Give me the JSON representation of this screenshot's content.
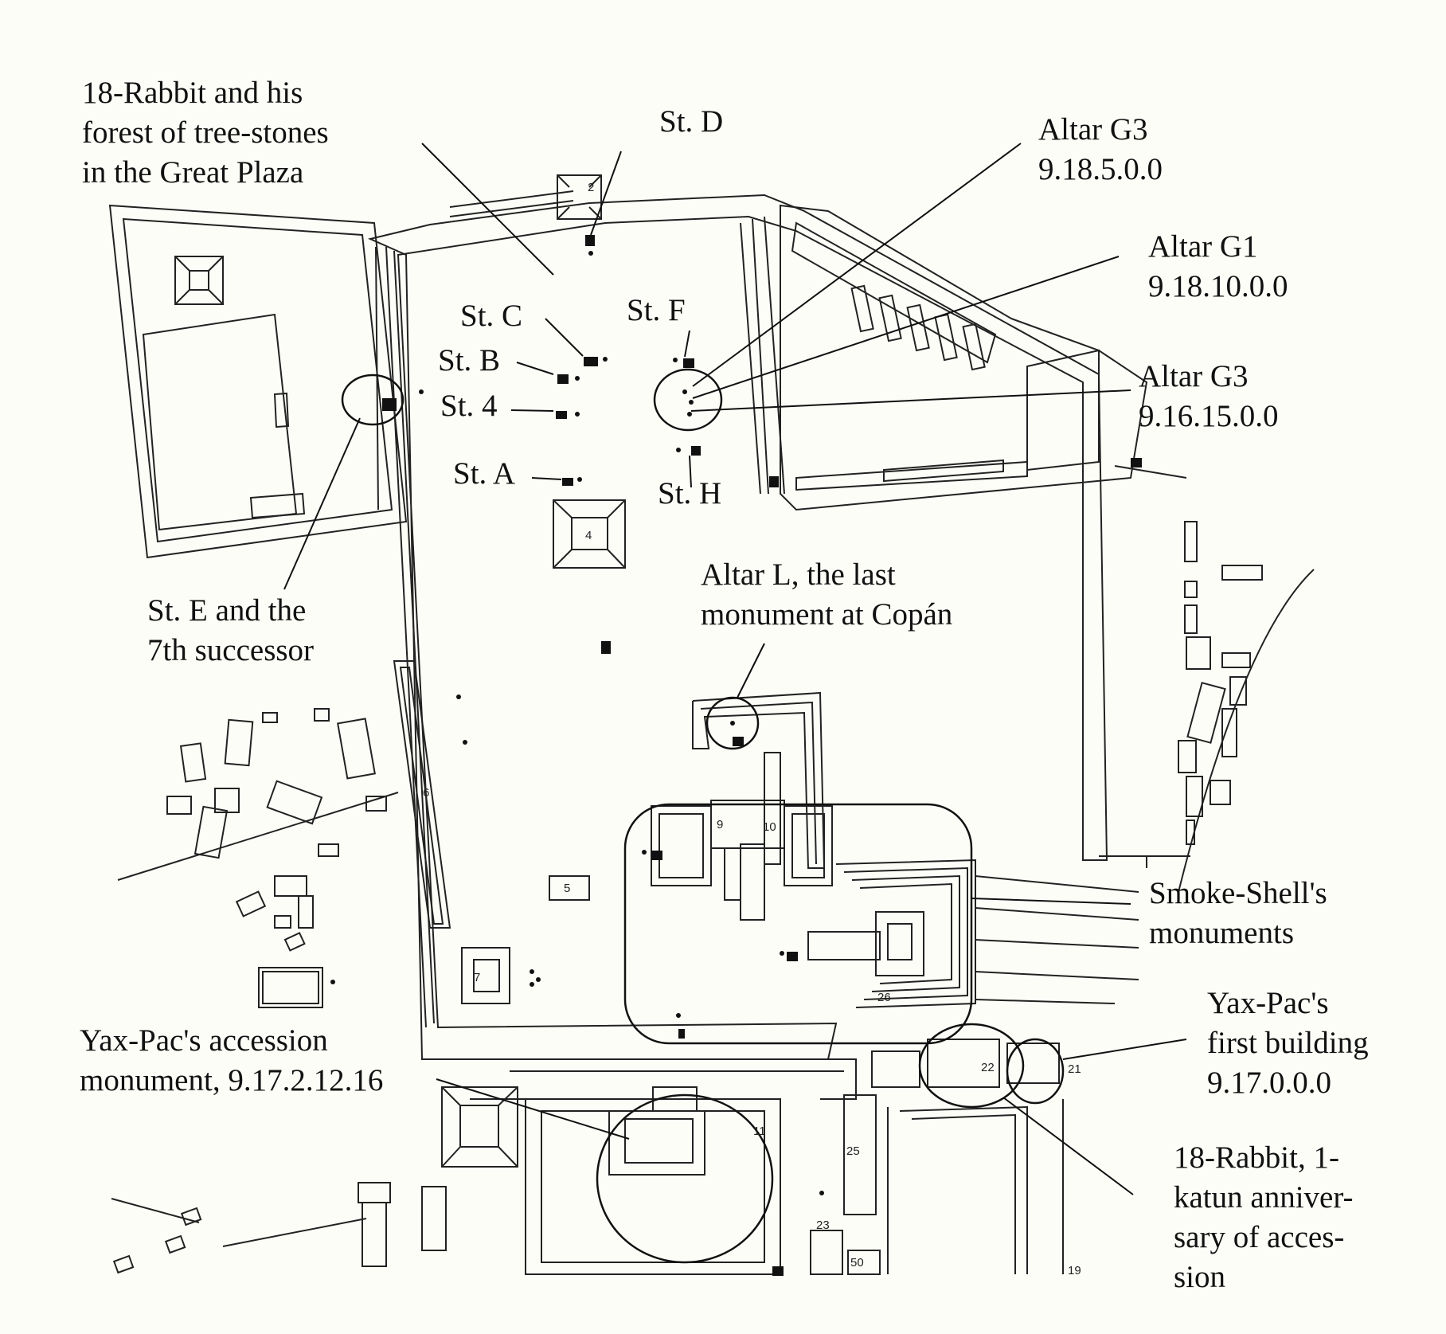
{
  "labels": {
    "rabbit18_forest": [
      "18-Rabbit and his",
      "forest of tree-stones",
      "in the Great Plaza"
    ],
    "st_d": "St. D",
    "altar_g3_top": [
      "Altar G3",
      "9.18.5.0.0"
    ],
    "altar_g1": [
      "Altar G1",
      "9.18.10.0.0"
    ],
    "altar_g3_mid": [
      "Altar G3",
      "9.16.15.0.0"
    ],
    "st_c": "St. C",
    "st_f": "St. F",
    "st_b": "St. B",
    "st_4": "St. 4",
    "st_a": "St. A",
    "st_h": "St. H",
    "st_e": [
      "St. E and the",
      "7th successor"
    ],
    "altar_l": [
      "Altar L, the last",
      "monument at Copán"
    ],
    "smoke_shell": [
      "Smoke-Shell's",
      "monuments"
    ],
    "yax_pac_first": [
      "Yax-Pac's",
      "first building",
      "9.17.0.0.0"
    ],
    "yax_pac_accession": [
      "Yax-Pac's accession",
      "monument, 9.17.2.12.16"
    ],
    "rabbit18_katun": [
      "18-Rabbit, 1-",
      "katun anniver-",
      "sary of acces-",
      "sion"
    ]
  },
  "structure_numbers": [
    "2",
    "4",
    "5",
    "6",
    "7",
    "9",
    "10",
    "11",
    "19",
    "21",
    "22",
    "23",
    "25",
    "26",
    "50"
  ],
  "colors": {
    "ink": "#111111",
    "paper": "#fdfdf8"
  }
}
